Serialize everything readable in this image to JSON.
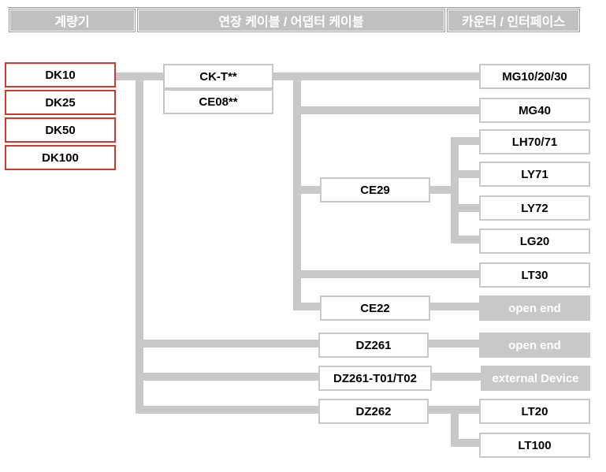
{
  "headers": {
    "scale": "계량기",
    "cables": "연장 케이블 / 어댑터 케이블",
    "interface": "카운터 / 인터페이스"
  },
  "scales": [
    "DK10",
    "DK25",
    "DK50",
    "DK100"
  ],
  "cables": {
    "ckt": "CK-T**",
    "ce08": "CE08**",
    "ce29": "CE29",
    "ce22": "CE22",
    "dz261": "DZ261",
    "dz261t": "DZ261-T01/T02",
    "dz262": "DZ262"
  },
  "targets": {
    "mg10": "MG10/20/30",
    "mg40": "MG40",
    "lh70": "LH70/71",
    "ly71": "LY71",
    "ly72": "LY72",
    "lg20": "LG20",
    "lt30": "LT30",
    "open_end_1": "open end",
    "open_end_2": "open end",
    "external": "external Device",
    "lt20": "LT20",
    "lt100": "LT100"
  },
  "colors": {
    "accent_border": "#d9362b",
    "connector": "#c8c8c8",
    "header_bg": "#c0c0c0"
  }
}
